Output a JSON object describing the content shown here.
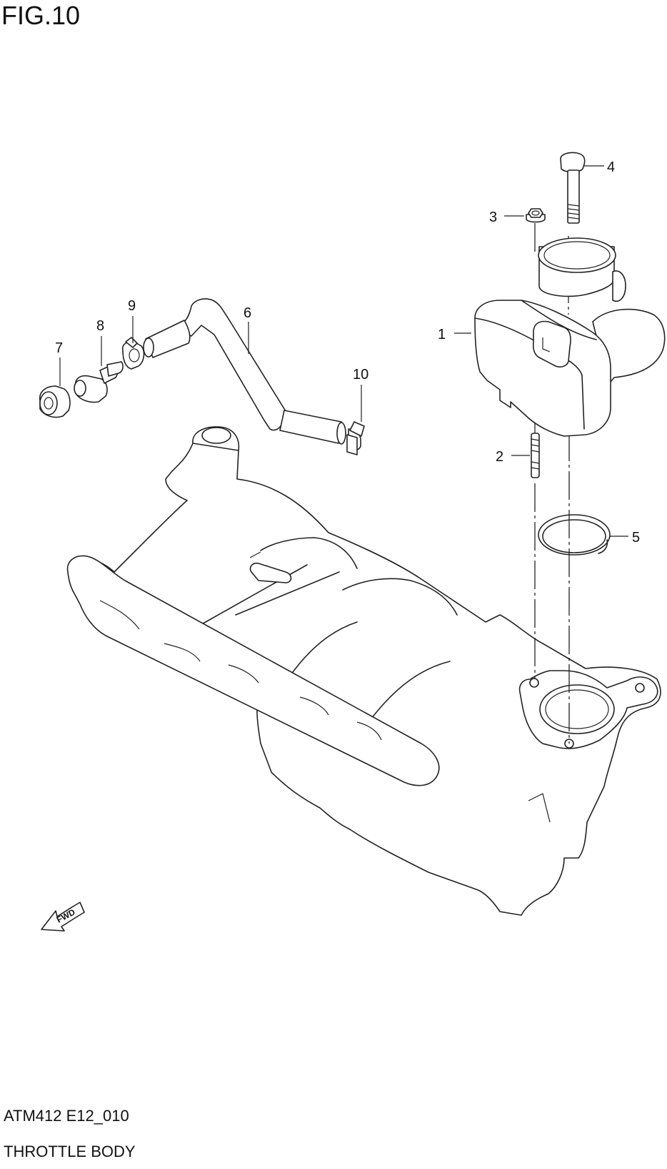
{
  "figure": {
    "title": "FIG.10",
    "code": "ATM412 E12_010",
    "name": "THROTTLE BODY"
  },
  "fwd_label": "FWD",
  "callouts": [
    "1",
    "2",
    "3",
    "4",
    "5",
    "6",
    "7",
    "8",
    "9",
    "10"
  ]
}
